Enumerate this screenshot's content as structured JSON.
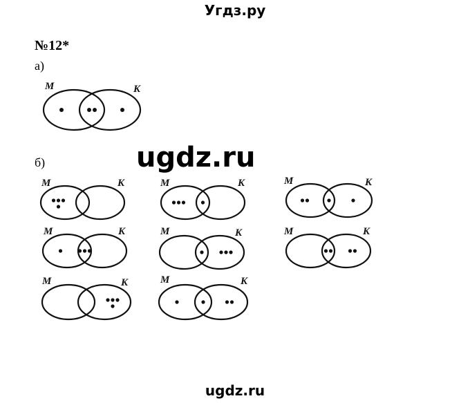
{
  "header": {
    "site_title": "Угдз.ру"
  },
  "task": {
    "number": "№12*",
    "part_a_label": "а)",
    "part_b_label": "б)"
  },
  "watermark": "ugdz.ru",
  "footer": "ugdz.ru",
  "venn_labels": {
    "left": "M",
    "right": "K"
  },
  "diagrams": {
    "a": {
      "only_m": 1,
      "both": 2,
      "only_k": 1
    },
    "b": [
      {
        "only_m": 4,
        "both": 0,
        "only_k": 0
      },
      {
        "only_m": 3,
        "both": 1,
        "only_k": 0
      },
      {
        "only_m": 2,
        "both": 1,
        "only_k": 1
      },
      {
        "only_m": 1,
        "both": 3,
        "only_k": 0
      },
      {
        "only_m": 0,
        "both": 1,
        "only_k": 3
      },
      {
        "only_m": 0,
        "both": 2,
        "only_k": 2
      },
      {
        "only_m": 0,
        "both": 0,
        "only_k": 4
      },
      {
        "only_m": 1,
        "both": 1,
        "only_k": 2
      }
    ]
  }
}
